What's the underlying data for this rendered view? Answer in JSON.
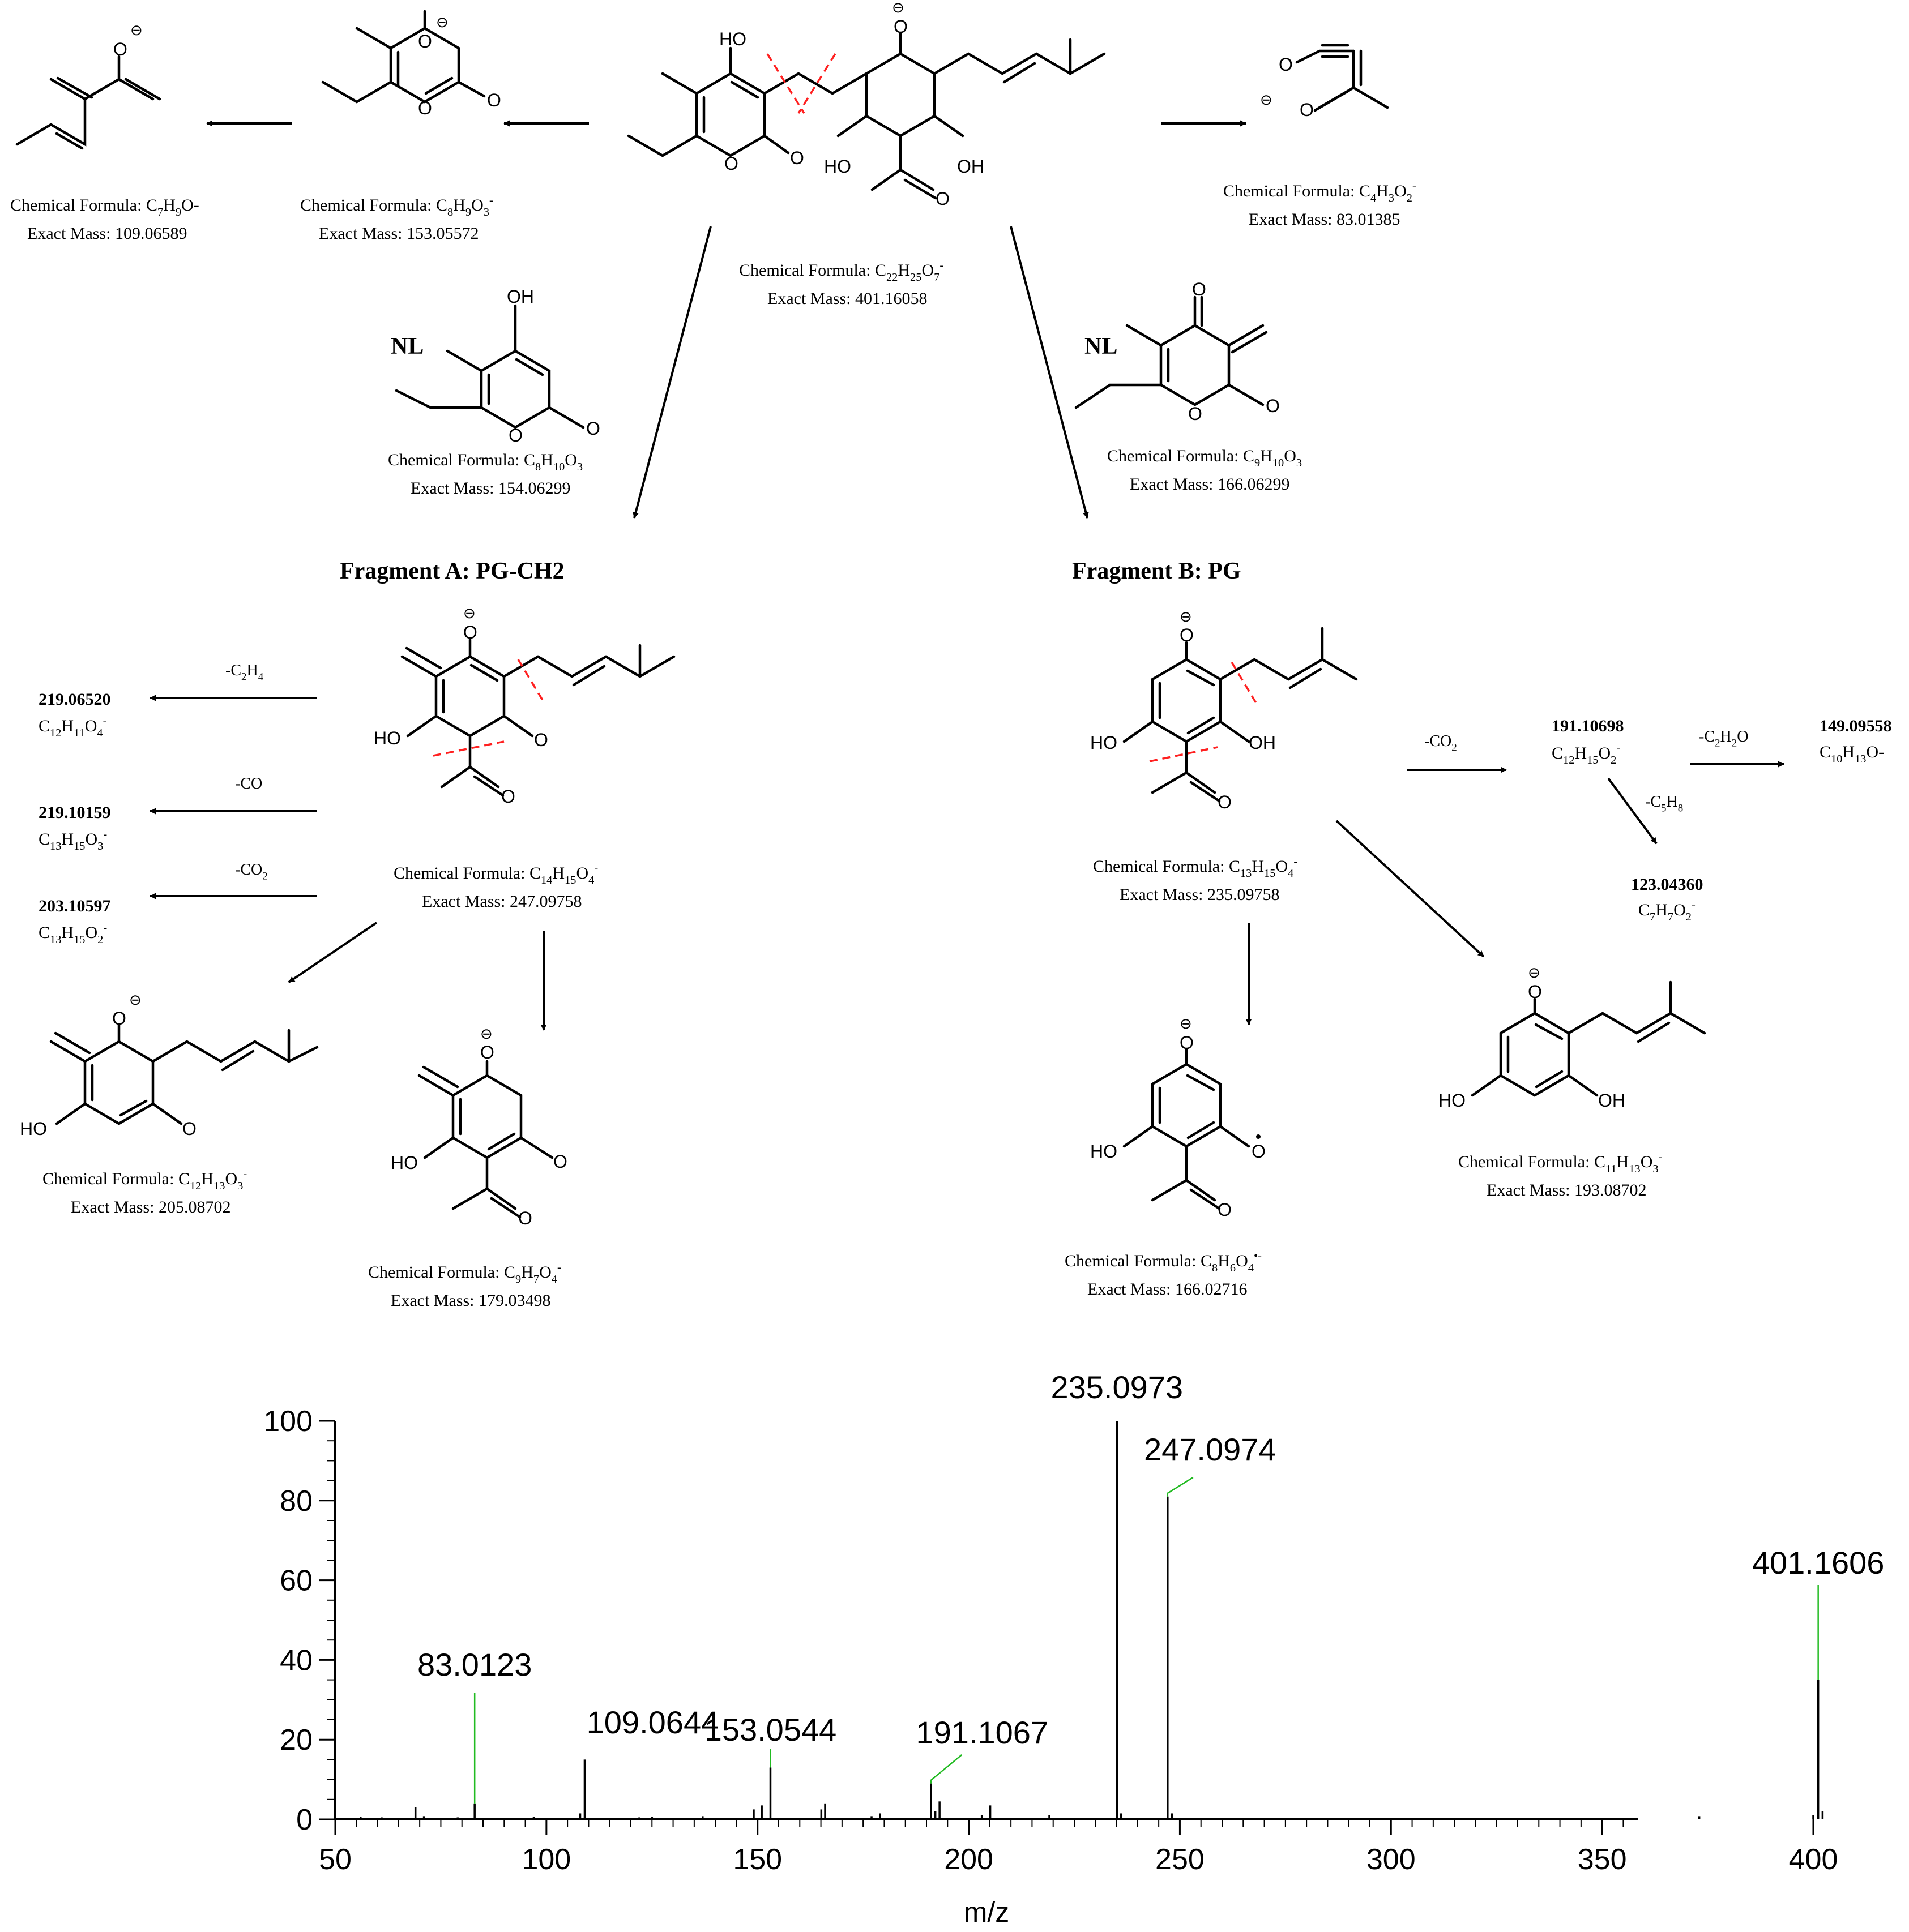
{
  "neutral_loss_label": "NL",
  "formula_prefix": "Chemical Formula: ",
  "mass_prefix": "Exact Mass: ",
  "atoms": {
    "oh": "HO",
    "ho": "OH",
    "o": "O",
    "charge": "⊖"
  },
  "parent": {
    "formula": "C22H25O7-",
    "mass": "401.16058"
  },
  "top_products": [
    {
      "formula": "C8H9O3-",
      "mass": "153.05572"
    },
    {
      "formula": "C7H9O-",
      "mass": "109.06589"
    },
    {
      "formula": "C4H3O2-",
      "mass": "83.01385"
    }
  ],
  "neutral_losses": [
    {
      "formula": "C8H10O3",
      "mass": "154.06299"
    },
    {
      "formula": "C9H10O3",
      "mass": "166.06299"
    }
  ],
  "fragment_a": {
    "title": "Fragment A: PG-CH2",
    "formula": "C14H15O4-",
    "mass": "247.09758",
    "losses": [
      {
        "label": "-C2H4",
        "mz": "219.06520",
        "formula": "C12H11O4-"
      },
      {
        "label": "-CO",
        "mz": "219.10159",
        "formula": "C13H15O3-"
      },
      {
        "label": "-CO2",
        "mz": "203.10597",
        "formula": "C13H15O2-"
      }
    ],
    "products": [
      {
        "formula": "C12H13O3-",
        "mass": "205.08702"
      },
      {
        "formula": "C9H7O4-",
        "mass": "179.03498"
      }
    ]
  },
  "fragment_b": {
    "title": "Fragment B: PG",
    "formula": "C13H15O4-",
    "mass": "235.09758",
    "co2_loss": {
      "label": "-CO2",
      "mz": "191.10698",
      "formula": "C12H15O2-"
    },
    "c2h2o_loss": {
      "label": "-C2H2O",
      "mz": "149.09558",
      "formula": "C10H13O-"
    },
    "c5h8_loss": {
      "label": "-C5H8",
      "mz": "123.04360",
      "formula": "C7H7O2-"
    },
    "products": [
      {
        "formula": "C8H6O4•-",
        "mass": "166.02716"
      },
      {
        "formula": "C11H13O3-",
        "mass": "193.08702"
      }
    ]
  },
  "chart_data": {
    "type": "bar",
    "xlabel": "m/z",
    "ylabel": "",
    "xlim": [
      50,
      425
    ],
    "ylim": [
      0,
      100
    ],
    "x_ticks": [
      50,
      100,
      150,
      200,
      250,
      300,
      350,
      400
    ],
    "y_ticks": [
      0,
      20,
      40,
      60,
      80,
      100
    ],
    "labeled_peaks": [
      {
        "mz": 83.0123,
        "intensity": 4,
        "label": "83.0123"
      },
      {
        "mz": 109.0644,
        "intensity": 15,
        "label": "109.0644"
      },
      {
        "mz": 153.0544,
        "intensity": 13,
        "label": "153.0544"
      },
      {
        "mz": 191.1067,
        "intensity": 9,
        "label": "191.1067"
      },
      {
        "mz": 235.0973,
        "intensity": 100,
        "label": "235.0973"
      },
      {
        "mz": 247.0974,
        "intensity": 81,
        "label": "247.0974"
      },
      {
        "mz": 401.1606,
        "intensity": 35,
        "label": "401.1606"
      }
    ],
    "minor_peaks": [
      {
        "mz": 56,
        "intensity": 0.6
      },
      {
        "mz": 61,
        "intensity": 0.5
      },
      {
        "mz": 69,
        "intensity": 3
      },
      {
        "mz": 71,
        "intensity": 0.8
      },
      {
        "mz": 79,
        "intensity": 0.5
      },
      {
        "mz": 97,
        "intensity": 0.7
      },
      {
        "mz": 108,
        "intensity": 1.5
      },
      {
        "mz": 122,
        "intensity": 0.5
      },
      {
        "mz": 125,
        "intensity": 0.6
      },
      {
        "mz": 137,
        "intensity": 0.8
      },
      {
        "mz": 149.1,
        "intensity": 2.5
      },
      {
        "mz": 151,
        "intensity": 3.5
      },
      {
        "mz": 165.1,
        "intensity": 2.5
      },
      {
        "mz": 166.0,
        "intensity": 4
      },
      {
        "mz": 177,
        "intensity": 0.8
      },
      {
        "mz": 179.0,
        "intensity": 1.5
      },
      {
        "mz": 192.1,
        "intensity": 2
      },
      {
        "mz": 193.1,
        "intensity": 4.5
      },
      {
        "mz": 203.1,
        "intensity": 1
      },
      {
        "mz": 205.1,
        "intensity": 3.5
      },
      {
        "mz": 219.1,
        "intensity": 1
      },
      {
        "mz": 236.1,
        "intensity": 1.5
      },
      {
        "mz": 248.1,
        "intensity": 1.5
      },
      {
        "mz": 373,
        "intensity": 0.8
      },
      {
        "mz": 400,
        "intensity": 1
      },
      {
        "mz": 402.2,
        "intensity": 2
      }
    ]
  }
}
